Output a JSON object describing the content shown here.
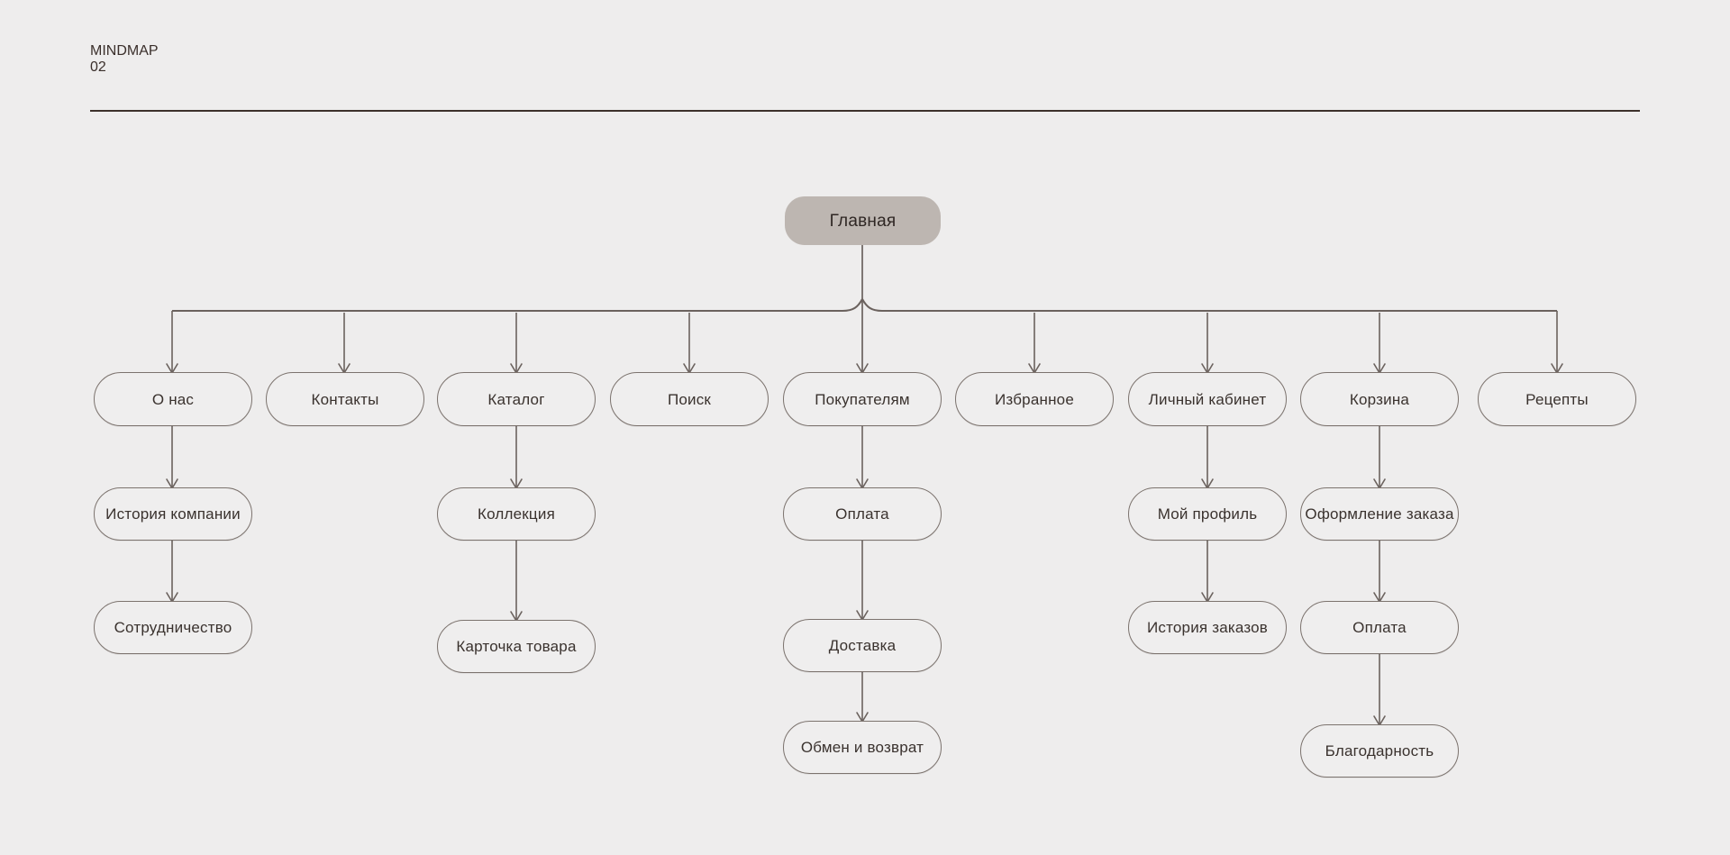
{
  "header": {
    "title": "MINDMAP",
    "page_number": "02"
  },
  "theme": {
    "background": "#eeeded",
    "ink": "#3d312c",
    "node_border": "#7c736e",
    "node_fill": "#efeeee",
    "root_fill": "#bdb6b1",
    "connector": "#6b625e"
  },
  "diagram": {
    "type": "mindmap",
    "root": {
      "label": "Главная"
    },
    "branches": [
      {
        "label": "О нас",
        "children": [
          {
            "label": "История компании",
            "children": [
              {
                "label": "Сотрудничество"
              }
            ]
          }
        ]
      },
      {
        "label": "Контакты",
        "children": []
      },
      {
        "label": "Каталог",
        "children": [
          {
            "label": "Коллекция",
            "children": [
              {
                "label": "Карточка товара"
              }
            ]
          }
        ]
      },
      {
        "label": "Поиск",
        "children": []
      },
      {
        "label": "Покупателям",
        "children": [
          {
            "label": "Оплата",
            "children": [
              {
                "label": "Доставка",
                "children": [
                  {
                    "label": "Обмен и возврат"
                  }
                ]
              }
            ]
          }
        ]
      },
      {
        "label": "Избранное",
        "children": []
      },
      {
        "label": "Личный кабинет",
        "children": [
          {
            "label": "Мой профиль",
            "children": [
              {
                "label": "История заказов"
              }
            ]
          }
        ]
      },
      {
        "label": "Корзина",
        "children": [
          {
            "label": "Оформление заказа",
            "children": [
              {
                "label": "Оплата",
                "children": [
                  {
                    "label": "Благодарность"
                  }
                ]
              }
            ]
          }
        ]
      },
      {
        "label": "Рецепты",
        "children": []
      }
    ],
    "nodes": {
      "root": {
        "label": "Главная"
      },
      "o_nas": {
        "label": "О нас"
      },
      "kontakty": {
        "label": "Контакты"
      },
      "katalog": {
        "label": "Каталог"
      },
      "poisk": {
        "label": "Поиск"
      },
      "pokupatelyam": {
        "label": "Покупателям"
      },
      "izbrannoe": {
        "label": "Избранное"
      },
      "lichnyi_kabinet": {
        "label": "Личный кабинет"
      },
      "korzina": {
        "label": "Корзина"
      },
      "recepty": {
        "label": "Рецепты"
      },
      "istoriya_kompanii": {
        "label": "История компании"
      },
      "kollekciya": {
        "label": "Коллекция"
      },
      "oplata_1": {
        "label": "Оплата"
      },
      "moi_profil": {
        "label": "Мой профиль"
      },
      "oformlenie_zakaza": {
        "label": "Оформление заказа"
      },
      "sotrudnichestvo": {
        "label": "Сотрудничество"
      },
      "kartochka_tovara": {
        "label": "Карточка товара"
      },
      "dostavka": {
        "label": "Доставка"
      },
      "istoriya_zakazov": {
        "label": "История заказов"
      },
      "oplata_2": {
        "label": "Оплата"
      },
      "obmen_i_vozvrat": {
        "label": "Обмен и возврат"
      },
      "blagodarnost": {
        "label": "Благодарность"
      }
    }
  }
}
